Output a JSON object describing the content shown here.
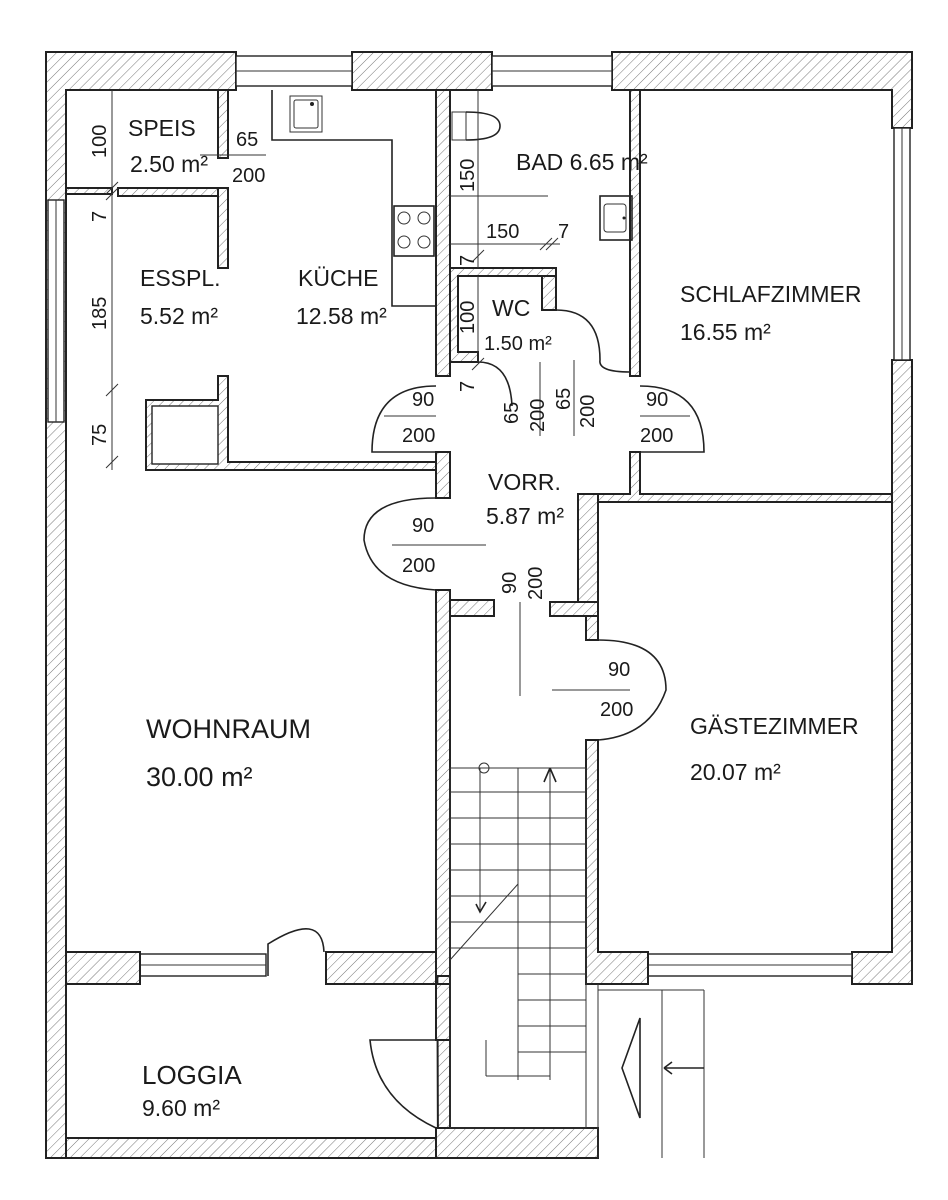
{
  "rooms": {
    "speis": {
      "name": "SPEIS",
      "area": "2.50 m²"
    },
    "kueche": {
      "name": "KÜCHE",
      "area": "12.58 m²"
    },
    "esspl": {
      "name": "ESSPL.",
      "area": "5.52 m²"
    },
    "bad": {
      "name": "BAD 6.65 m²"
    },
    "wc": {
      "name": "WC",
      "area": "1.50 m²"
    },
    "schlafzimmer": {
      "name": "SCHLAFZIMMER",
      "area": "16.55 m²"
    },
    "vorr": {
      "name": "VORR.",
      "area": "5.87 m²"
    },
    "wohnraum": {
      "name": "WOHNRAUM",
      "area": "30.00 m²"
    },
    "gaestezimmer": {
      "name": "GÄSTEZIMMER",
      "area": "20.07 m²"
    },
    "loggia": {
      "name": "LOGGIA",
      "area": "9.60 m²"
    }
  },
  "dimensions": {
    "speis_height": "100",
    "speis_door_w": "65",
    "speis_door_h": "200",
    "wall_7_left": "7",
    "esspl_height": "185",
    "lower_75": "75",
    "bad_150_v": "150",
    "bad_150_h": "150",
    "bad_7": "7",
    "wc_7_top": "7",
    "wc_height": "100",
    "wc_7_bottom": "7",
    "kitchen_door_w": "90",
    "kitchen_door_h": "200",
    "wc_door_w": "65",
    "wc_door_h": "200",
    "bad_door_w": "65",
    "bad_door_h": "200",
    "schlaf_door_w": "90",
    "schlaf_door_h": "200",
    "wohn_door_w": "90",
    "wohn_door_h": "200",
    "entry_w": "90",
    "entry_h": "200",
    "gaeste_door_w": "90",
    "gaeste_door_h": "200"
  }
}
